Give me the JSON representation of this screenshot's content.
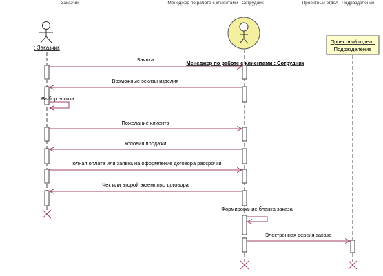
{
  "swimlanes": [
    {
      "label": ": Заказчик"
    },
    {
      "label": "Менеджер по работе с клиентами : Сотрудник"
    },
    {
      "label": "Проектный отдел : Подразделение"
    }
  ],
  "actors": {
    "customer": ": Заказчик",
    "manager": "Менеджер по работе с клиентами : Сотрудник",
    "dept_line1": "Проектный отдел :",
    "dept_line2": "Подразделение"
  },
  "messages": [
    {
      "label": "Заявка"
    },
    {
      "label": "Возможные эскизы изделия"
    },
    {
      "label": "Выбор эскиза"
    },
    {
      "label": "Пожелание клиента"
    },
    {
      "label": "Условия продажи"
    },
    {
      "label": "Полная оплата или заявка на оформление договора рассрочки"
    },
    {
      "label": "Чек или второй экземпляр договора"
    },
    {
      "label": "Формирование бланка заказа"
    },
    {
      "label": "Электронная версия заказа"
    }
  ],
  "colors": {
    "message_line": "#a0406a",
    "lifeline": "#444444",
    "dept_box_fill": "#ffffcc",
    "manager_fill": "#f4f0a0"
  }
}
